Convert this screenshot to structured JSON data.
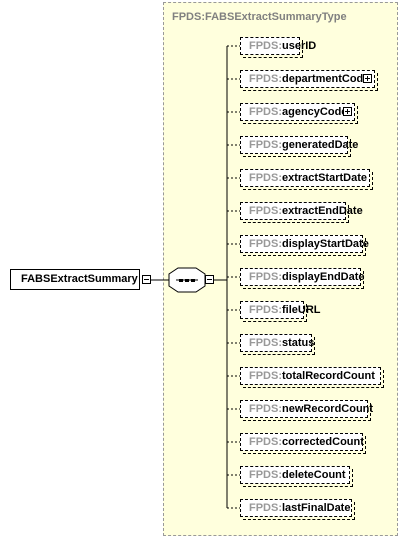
{
  "type_name": "FPDS:FABSExtractSummaryType",
  "root_element": "FABSExtractSummary",
  "namespace_prefix": "FPDS:",
  "elements": [
    {
      "name": "userID",
      "expandable": false
    },
    {
      "name": "departmentCode",
      "expandable": true
    },
    {
      "name": "agencyCode",
      "expandable": true
    },
    {
      "name": "generatedDate",
      "expandable": false
    },
    {
      "name": "extractStartDate",
      "expandable": false
    },
    {
      "name": "extractEndDate",
      "expandable": false
    },
    {
      "name": "displayStartDate",
      "expandable": false
    },
    {
      "name": "displayEndDate",
      "expandable": false
    },
    {
      "name": "fileURL",
      "expandable": false
    },
    {
      "name": "status",
      "expandable": false
    },
    {
      "name": "totalRecordCount",
      "expandable": false
    },
    {
      "name": "newRecordCount",
      "expandable": false
    },
    {
      "name": "correctedCount",
      "expandable": false
    },
    {
      "name": "deleteCount",
      "expandable": false
    },
    {
      "name": "lastFinalDate",
      "expandable": false
    }
  ],
  "colors": {
    "type_box_fill": "#ffffdd",
    "namespace_text": "#999999",
    "type_title_text": "#808080"
  }
}
